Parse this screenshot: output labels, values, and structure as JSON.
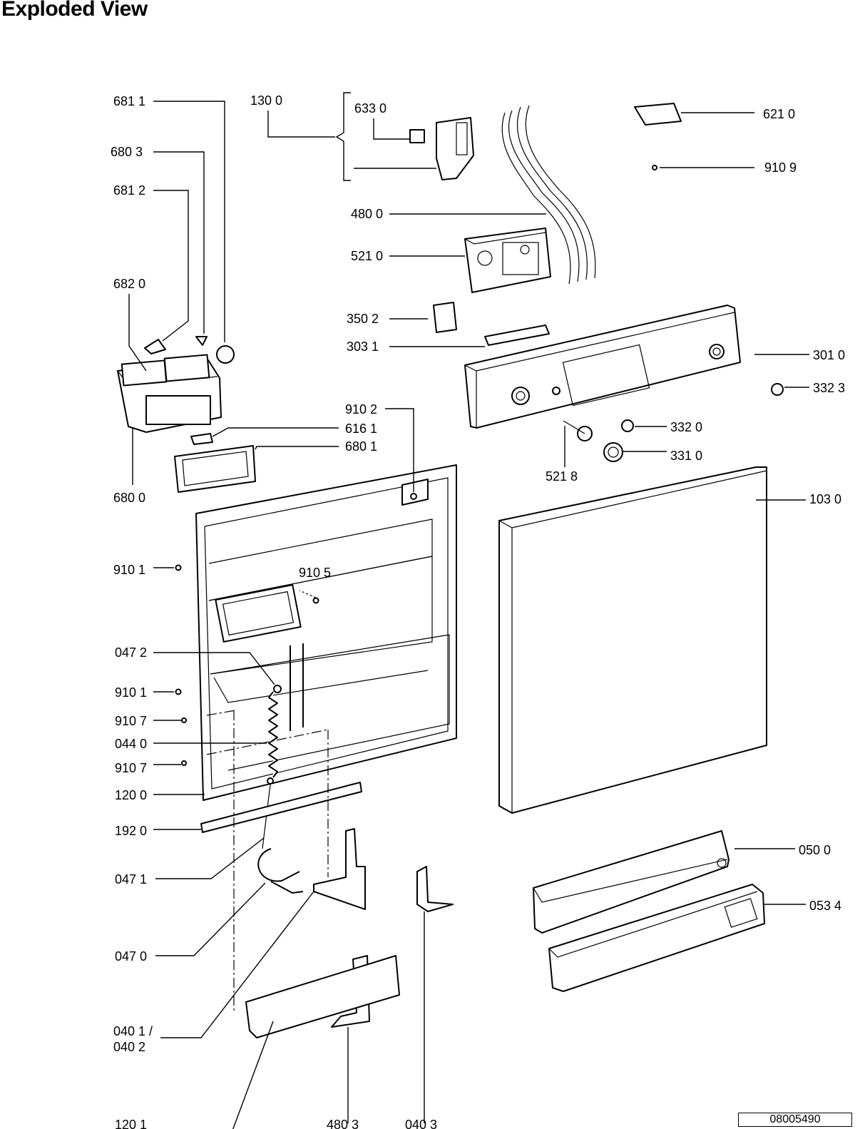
{
  "title": "Exploded View",
  "drawing_number": "08005490",
  "callouts": [
    {
      "id": "681-1",
      "text": "681 1"
    },
    {
      "id": "680-3",
      "text": "680 3"
    },
    {
      "id": "681-2",
      "text": "681 2"
    },
    {
      "id": "682-0",
      "text": "682 0"
    },
    {
      "id": "130-0",
      "text": "130 0"
    },
    {
      "id": "633-0",
      "text": "633 0"
    },
    {
      "id": "621-0",
      "text": "621 0"
    },
    {
      "id": "910-9",
      "text": "910 9"
    },
    {
      "id": "480-0",
      "text": "480 0"
    },
    {
      "id": "521-0",
      "text": "521 0"
    },
    {
      "id": "350-2",
      "text": "350 2"
    },
    {
      "id": "303-1",
      "text": "303 1"
    },
    {
      "id": "301-0",
      "text": "301 0"
    },
    {
      "id": "332-3",
      "text": "332 3"
    },
    {
      "id": "910-2",
      "text": "910 2"
    },
    {
      "id": "616-1",
      "text": "616 1"
    },
    {
      "id": "680-1",
      "text": "680 1"
    },
    {
      "id": "680-0",
      "text": "680 0"
    },
    {
      "id": "332-0",
      "text": "332 0"
    },
    {
      "id": "331-0",
      "text": "331 0"
    },
    {
      "id": "521-8",
      "text": "521 8"
    },
    {
      "id": "103-0",
      "text": "103 0"
    },
    {
      "id": "910-1a",
      "text": "910 1"
    },
    {
      "id": "910-5",
      "text": "910 5"
    },
    {
      "id": "047-2",
      "text": "047 2"
    },
    {
      "id": "910-1b",
      "text": "910 1"
    },
    {
      "id": "910-7a",
      "text": "910 7"
    },
    {
      "id": "044-0",
      "text": "044 0"
    },
    {
      "id": "910-7b",
      "text": "910 7"
    },
    {
      "id": "120-0",
      "text": "120 0"
    },
    {
      "id": "192-0",
      "text": "192 0"
    },
    {
      "id": "047-1",
      "text": "047 1"
    },
    {
      "id": "050-0",
      "text": "050 0"
    },
    {
      "id": "053-4",
      "text": "053 4"
    },
    {
      "id": "047-0",
      "text": "047 0"
    },
    {
      "id": "040-1",
      "text": "040 1 /"
    },
    {
      "id": "040-2",
      "text": "040 2"
    },
    {
      "id": "120-1",
      "text": "120 1"
    },
    {
      "id": "480-3",
      "text": "480 3"
    },
    {
      "id": "040-3",
      "text": "040 3"
    }
  ]
}
